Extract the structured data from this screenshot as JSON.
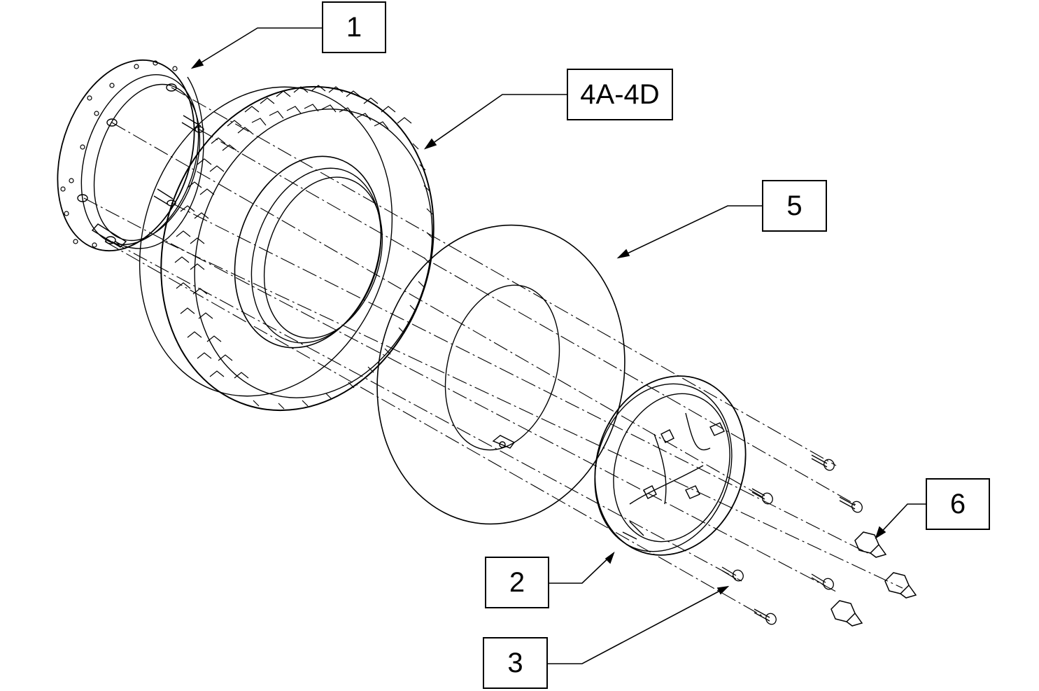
{
  "diagram": {
    "callouts": [
      {
        "id": "1",
        "label": "1",
        "part": "rim-half-outer"
      },
      {
        "id": "4",
        "label": "4A-4D",
        "part": "tire"
      },
      {
        "id": "5",
        "label": "5",
        "part": "inner-tube"
      },
      {
        "id": "6",
        "label": "6",
        "part": "lug-nut"
      },
      {
        "id": "2",
        "label": "2",
        "part": "rim-half-inner"
      },
      {
        "id": "3",
        "label": "3",
        "part": "bolt"
      }
    ]
  },
  "colors": {
    "line": "#000000",
    "background": "#ffffff"
  }
}
